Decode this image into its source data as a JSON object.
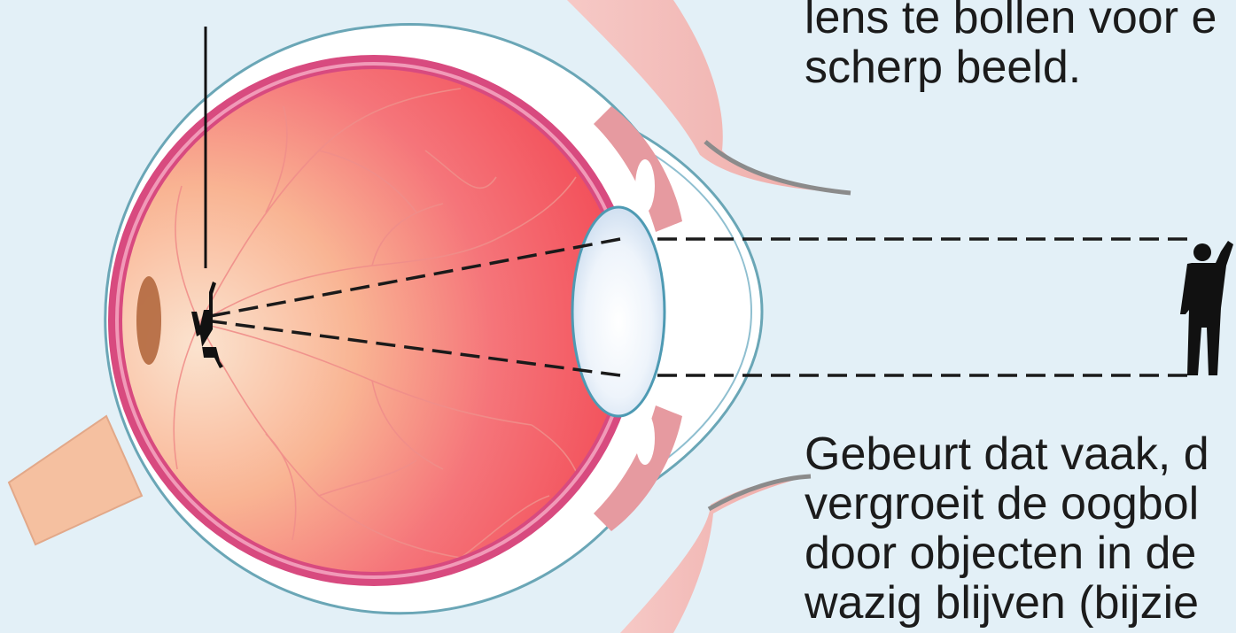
{
  "caption_top": {
    "lines": [
      "lens te bollen voor e",
      "scherp beeld."
    ]
  },
  "caption_bottom": {
    "lines": [
      "Gebeurt dat vaak, d",
      "vergroeit de oogbol",
      "door objecten in de",
      "wazig blijven (bijzie"
    ]
  },
  "colors": {
    "background": "#e3f0f7",
    "vitreous": "#f25560",
    "choroid": "#d84a7f",
    "sclera": "#ffffff",
    "lens": "#dce9f6",
    "eyelid": "#f2b8b4",
    "optic_nerve": "#f5c0a0",
    "text": "#1b1b1b",
    "silhouette": "#111111"
  },
  "icons": {
    "object": "standing-person-icon",
    "retinal_image": "inverted-person-icon"
  }
}
